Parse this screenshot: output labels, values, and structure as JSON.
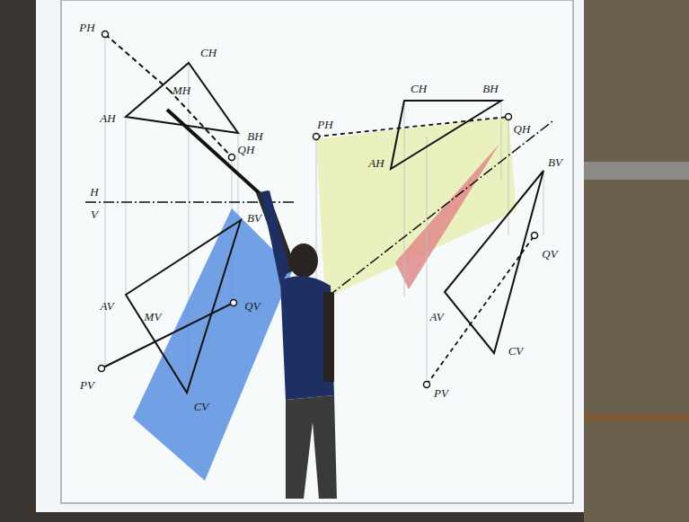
{
  "diagram": {
    "labels": [
      "PH",
      "CH",
      "MH",
      "AH",
      "BH",
      "QH",
      "H",
      "V",
      "BV",
      "AV",
      "MV",
      "QV",
      "PV",
      "CV",
      "CH",
      "BH",
      "PH",
      "AH",
      "QH",
      "BV",
      "QV",
      "AV",
      "CV",
      "PV"
    ]
  }
}
